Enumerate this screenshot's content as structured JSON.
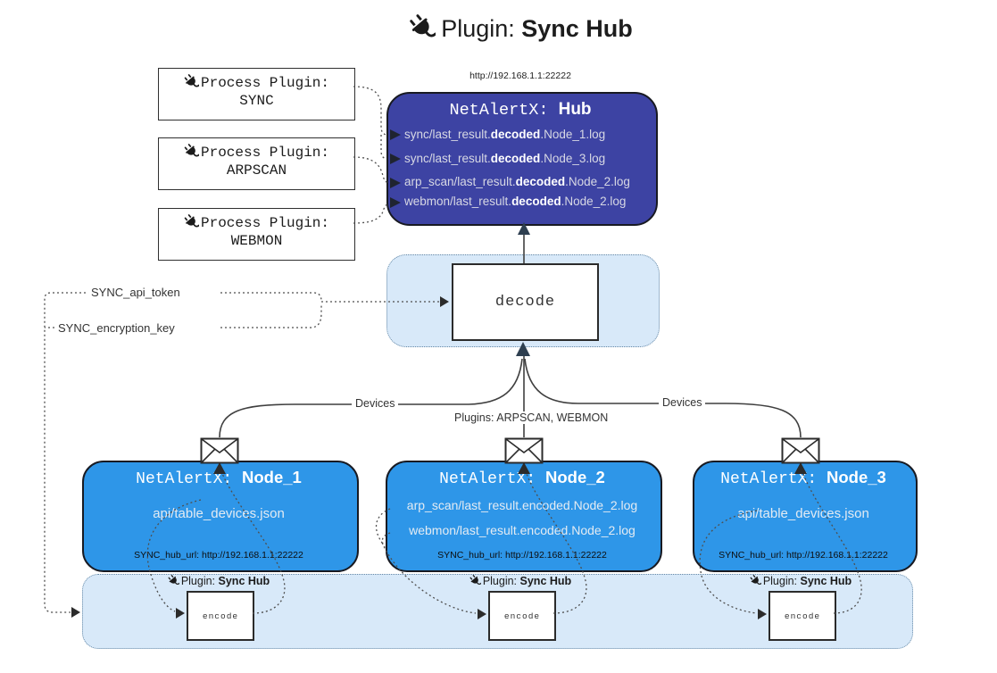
{
  "title": {
    "prefix": "Plugin: ",
    "bold": "Sync Hub"
  },
  "process_plugins": [
    {
      "label": "Process Plugin:",
      "name": "SYNC"
    },
    {
      "label": "Process Plugin:",
      "name": "ARPSCAN"
    },
    {
      "label": "Process Plugin:",
      "name": "WEBMON"
    }
  ],
  "hub": {
    "url": "http://192.168.1.1:22222",
    "title_prefix": "NetAlertX: ",
    "title_bold": "Hub",
    "lines": [
      {
        "pre": "sync/last_result.",
        "bold": "decoded",
        "post": ".Node_1.log"
      },
      {
        "pre": "sync/last_result.",
        "bold": "decoded",
        "post": ".Node_3.log"
      },
      {
        "pre": "arp_scan/last_result.",
        "bold": "decoded",
        "post": ".Node_2.log"
      },
      {
        "pre": "webmon/last_result.",
        "bold": "decoded",
        "post": ".Node_2.log"
      }
    ]
  },
  "decode_label": "decode",
  "tokens": {
    "api_token": "SYNC_api_token",
    "encryption_key": "SYNC_encryption_key"
  },
  "edge_labels": {
    "devices_left": "Devices",
    "plugins_mid": "Plugins: ARPSCAN, WEBMON",
    "devices_right": "Devices"
  },
  "nodes": [
    {
      "title_prefix": "NetAlertX: ",
      "title_bold": "Node_1",
      "lines": [
        "api/table_devices.json"
      ],
      "hub_url": "SYNC_hub_url: http://192.168.1.1:22222"
    },
    {
      "title_prefix": "NetAlertX: ",
      "title_bold": "Node_2",
      "lines": [
        "arp_scan/last_result.encoded.Node_2.log",
        "webmon/last_result.encoded.Node_2.log"
      ],
      "hub_url": "SYNC_hub_url: http://192.168.1.1:22222"
    },
    {
      "title_prefix": "NetAlertX: ",
      "title_bold": "Node_3",
      "lines": [
        "api/table_devices.json"
      ],
      "hub_url": "SYNC_hub_url: http://192.168.1.1:22222"
    }
  ],
  "encode_sections": [
    {
      "plugin_prefix": "Plugin: ",
      "plugin_bold": "Sync Hub",
      "box_label": "encode"
    },
    {
      "plugin_prefix": "Plugin: ",
      "plugin_bold": "Sync Hub",
      "box_label": "encode"
    },
    {
      "plugin_prefix": "Plugin: ",
      "plugin_bold": "Sync Hub",
      "box_label": "encode"
    }
  ],
  "colors": {
    "hub_bg": "#3d43a3",
    "node_bg": "#2e96e8",
    "panel_bg": "#d8e9f9",
    "arrow_dark": "#2e3f50"
  }
}
